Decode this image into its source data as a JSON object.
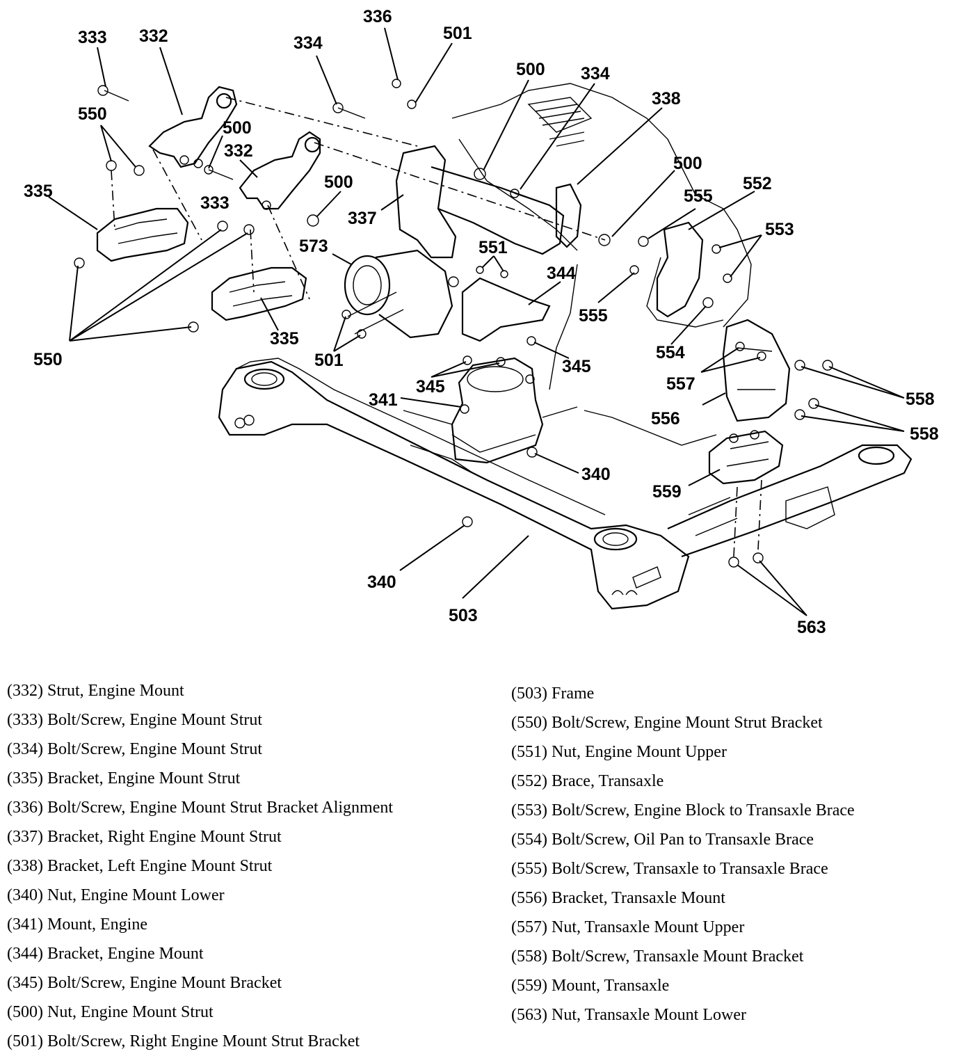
{
  "callouts": [
    {
      "id": "c333a",
      "text": "333"
    },
    {
      "id": "c332a",
      "text": "332"
    },
    {
      "id": "c336",
      "text": "336"
    },
    {
      "id": "c501a",
      "text": "501"
    },
    {
      "id": "c334a",
      "text": "334"
    },
    {
      "id": "c500a",
      "text": "500"
    },
    {
      "id": "c334b",
      "text": "334"
    },
    {
      "id": "c338",
      "text": "338"
    },
    {
      "id": "c550a",
      "text": "550"
    },
    {
      "id": "c500b",
      "text": "500"
    },
    {
      "id": "c332b",
      "text": "332"
    },
    {
      "id": "c500c",
      "text": "500"
    },
    {
      "id": "c335a",
      "text": "335"
    },
    {
      "id": "c333b",
      "text": "333"
    },
    {
      "id": "c500d",
      "text": "500"
    },
    {
      "id": "c552",
      "text": "552"
    },
    {
      "id": "c555a",
      "text": "555"
    },
    {
      "id": "c553",
      "text": "553"
    },
    {
      "id": "c337",
      "text": "337"
    },
    {
      "id": "c573",
      "text": "573"
    },
    {
      "id": "c551",
      "text": "551"
    },
    {
      "id": "c344",
      "text": "344"
    },
    {
      "id": "c555b",
      "text": "555"
    },
    {
      "id": "c335b",
      "text": "335"
    },
    {
      "id": "c554",
      "text": "554"
    },
    {
      "id": "c550b",
      "text": "550"
    },
    {
      "id": "c501b",
      "text": "501"
    },
    {
      "id": "c345a",
      "text": "345"
    },
    {
      "id": "c345b",
      "text": "345"
    },
    {
      "id": "c557",
      "text": "557"
    },
    {
      "id": "c558a",
      "text": "558"
    },
    {
      "id": "c341",
      "text": "341"
    },
    {
      "id": "c556",
      "text": "556"
    },
    {
      "id": "c558b",
      "text": "558"
    },
    {
      "id": "c340a",
      "text": "340"
    },
    {
      "id": "c559",
      "text": "559"
    },
    {
      "id": "c340b",
      "text": "340"
    },
    {
      "id": "c503",
      "text": "503"
    },
    {
      "id": "c563",
      "text": "563"
    }
  ],
  "legend_left": [
    "(332) Strut, Engine Mount",
    "(333) Bolt/Screw, Engine Mount Strut",
    "(334) Bolt/Screw, Engine Mount Strut",
    "(335) Bracket, Engine Mount Strut",
    "(336) Bolt/Screw, Engine Mount Strut Bracket Alignment",
    "(337) Bracket, Right Engine Mount Strut",
    "(338) Bracket, Left Engine Mount Strut",
    "(340) Nut, Engine Mount Lower",
    "(341) Mount, Engine",
    "(344) Bracket, Engine Mount",
    "(345) Bolt/Screw, Engine Mount Bracket",
    "(500) Nut, Engine Mount Strut",
    "(501) Bolt/Screw, Right Engine Mount Strut Bracket"
  ],
  "legend_right": [
    "(503) Frame",
    "(550) Bolt/Screw, Engine Mount Strut Bracket",
    "(551) Nut, Engine Mount Upper",
    "(552) Brace, Transaxle",
    "(553) Bolt/Screw, Engine Block to Transaxle Brace",
    "(554) Bolt/Screw, Oil Pan to Transaxle Brace",
    "(555) Bolt/Screw, Transaxle to Transaxle Brace",
    "(556) Bracket, Transaxle Mount",
    "(557) Nut, Transaxle Mount Upper",
    "(558) Bolt/Screw, Transaxle Mount Bracket",
    "(559) Mount, Transaxle",
    "(563) Nut, Transaxle Mount Lower"
  ]
}
